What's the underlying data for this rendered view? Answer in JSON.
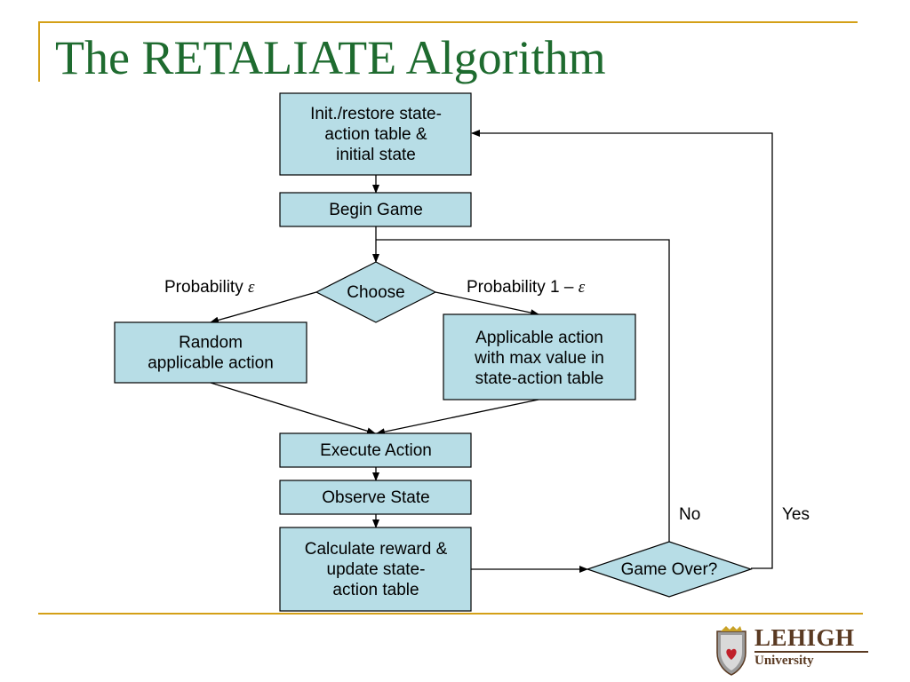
{
  "title": "The RETALIATE Algorithm",
  "nodes": {
    "init": [
      "Init./restore state-",
      "action table &",
      "initial state"
    ],
    "begin": [
      "Begin Game"
    ],
    "choose": [
      "Choose"
    ],
    "random": [
      "Random",
      "applicable action"
    ],
    "maxaction": [
      "Applicable action",
      "with max value in",
      "state-action table"
    ],
    "execute": [
      "Execute Action"
    ],
    "observe": [
      "Observe State"
    ],
    "calculate": [
      "Calculate reward &",
      "update state-",
      "action table"
    ],
    "gameover": [
      "Game Over?"
    ]
  },
  "edge_labels": {
    "prob_eps": "Probability ",
    "prob_one_minus": "Probability 1 – ",
    "epsilon": "ε",
    "no": "No",
    "yes": "Yes"
  },
  "logo": {
    "name": "LEHIGH",
    "sub": "University"
  },
  "colors": {
    "title": "#1e6b2f",
    "box_fill": "#b7dde6",
    "rule": "#d4a017"
  }
}
